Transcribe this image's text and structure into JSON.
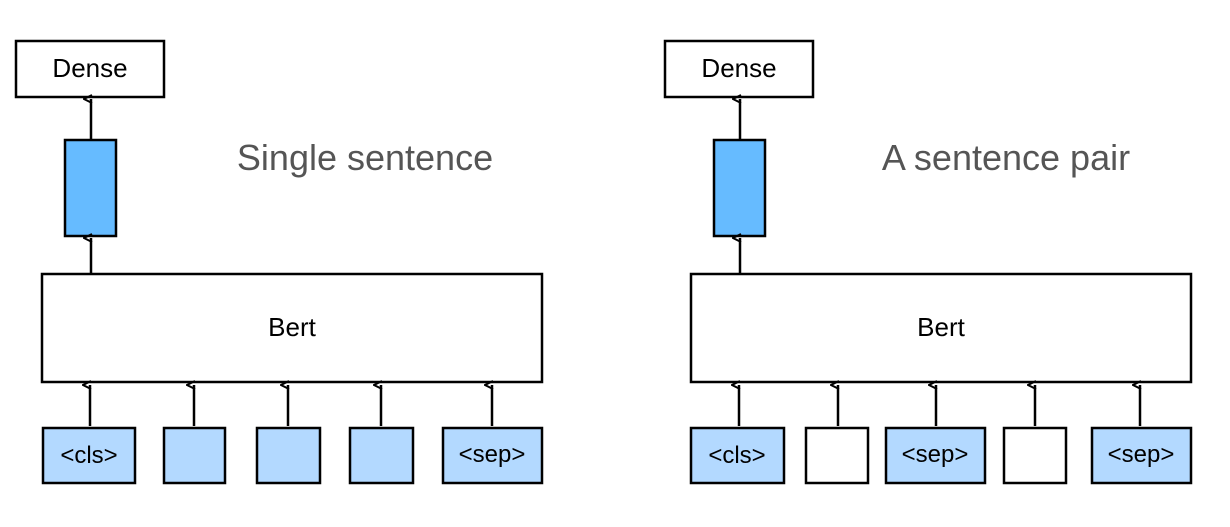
{
  "colors": {
    "token_fill": "#b3d9ff",
    "feature_fill": "#66bbff",
    "stroke": "#000000",
    "caption": "#555555"
  },
  "panels": [
    {
      "caption": "Single sentence",
      "encoder_label": "Bert",
      "output_label": "Dense",
      "tokens": [
        {
          "label": "<cls>",
          "filled": true
        },
        {
          "label": "",
          "filled": true
        },
        {
          "label": "",
          "filled": true
        },
        {
          "label": "",
          "filled": true
        },
        {
          "label": "<sep>",
          "filled": true
        }
      ]
    },
    {
      "caption": "A sentence pair",
      "encoder_label": "Bert",
      "output_label": "Dense",
      "tokens": [
        {
          "label": "<cls>",
          "filled": true
        },
        {
          "label": "",
          "filled": false
        },
        {
          "label": "<sep>",
          "filled": true
        },
        {
          "label": "",
          "filled": false
        },
        {
          "label": "<sep>",
          "filled": true
        }
      ]
    }
  ]
}
